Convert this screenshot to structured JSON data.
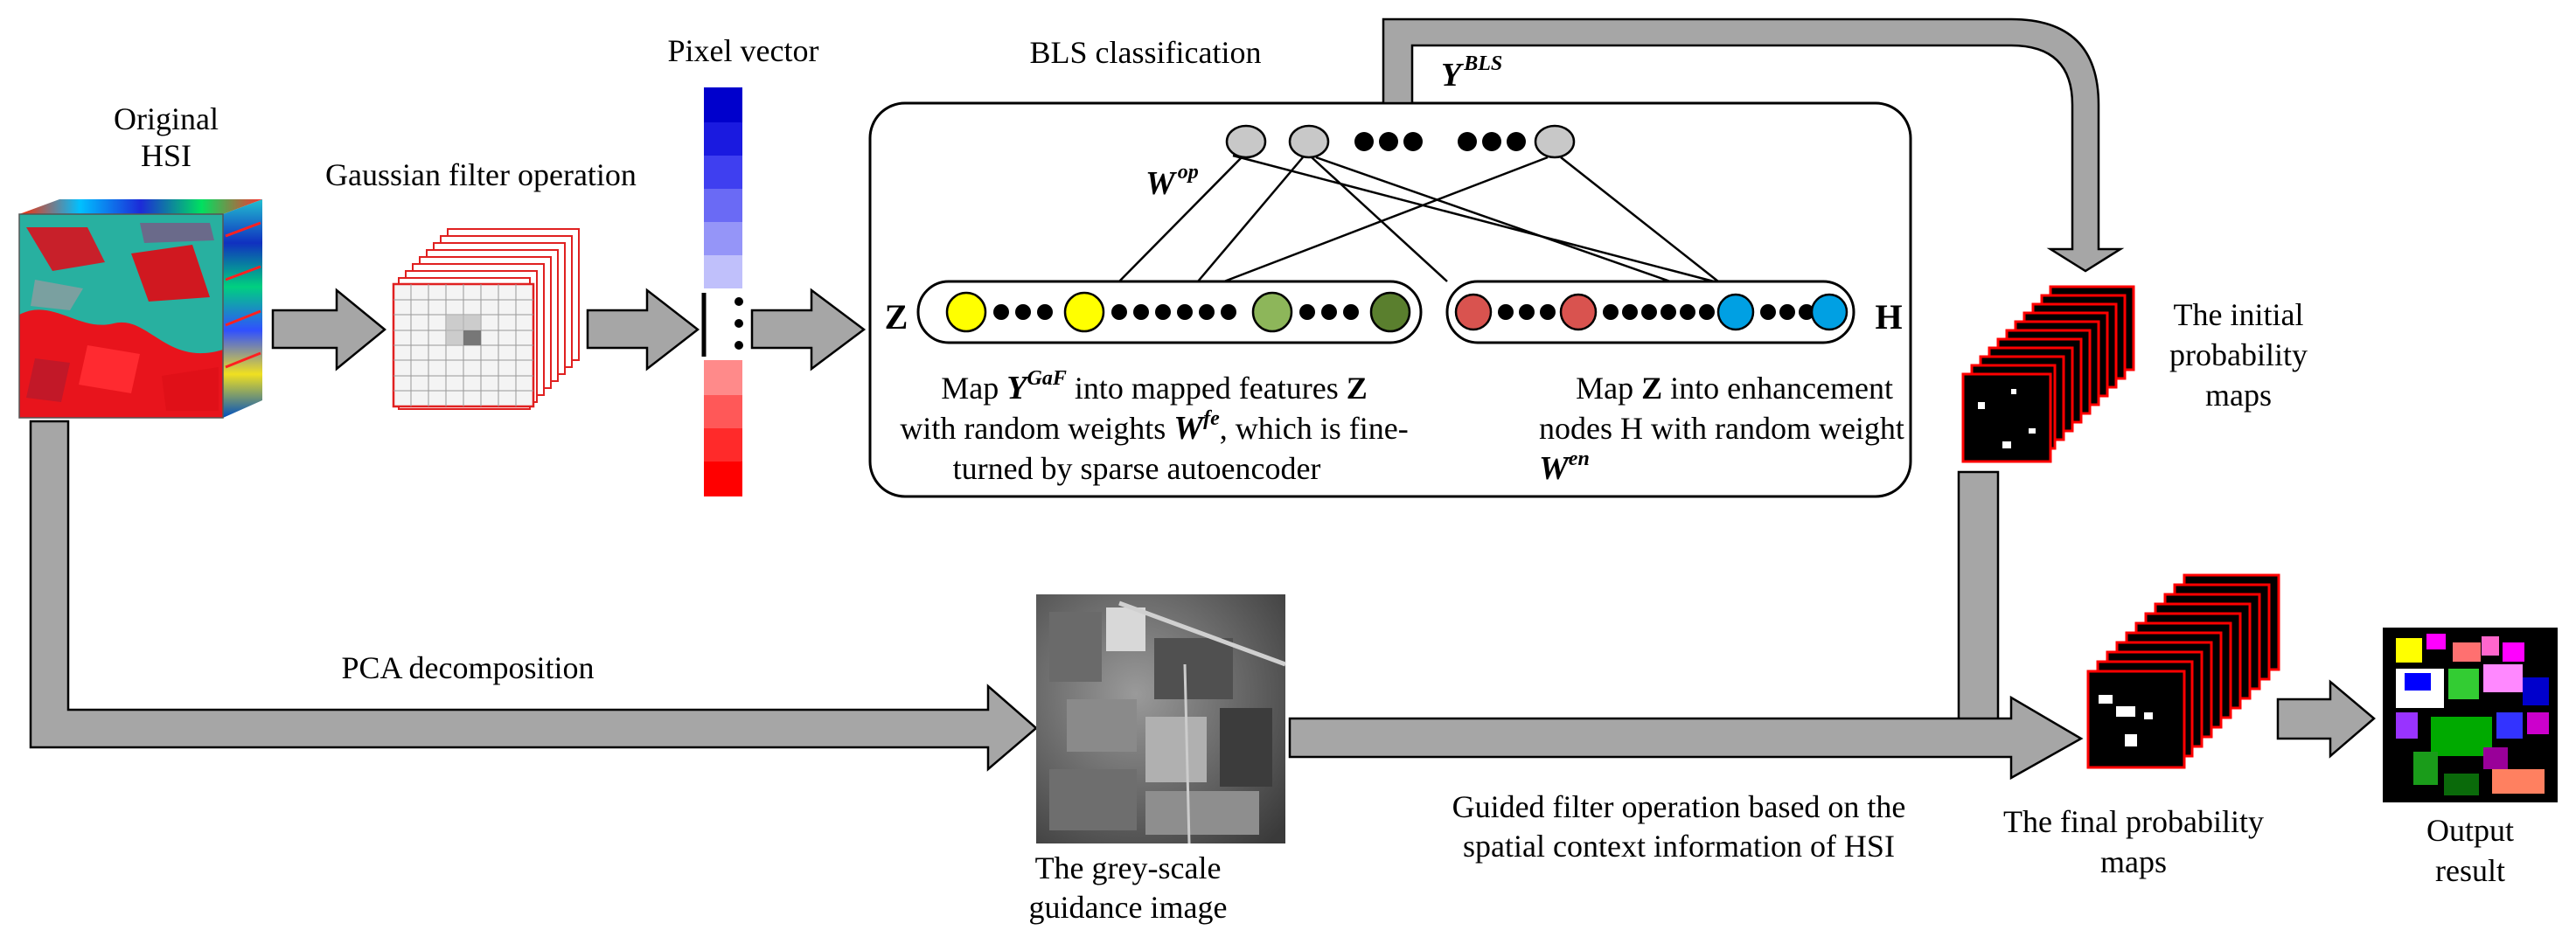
{
  "stages": {
    "original_hsi": [
      "Original",
      "HSI"
    ],
    "gaussian": "Gaussian filter operation",
    "pixel_vector": "Pixel vector",
    "bls": "BLS classification",
    "y_bls": {
      "base": "Y",
      "sup": "BLS"
    },
    "w_op": {
      "base": "W",
      "sup": "op"
    },
    "z_label": "Z",
    "h_label": "H",
    "map_z": {
      "line1_pre": "Map ",
      "line1_sym": "Y",
      "line1_sup": "GaF",
      "line1_post": " into mapped features ",
      "line1_bold": "Z",
      "line2_pre": "with random weights ",
      "line2_sym": "W",
      "line2_sup": "fe",
      "line2_post": ", which is fine-",
      "line3": "turned by sparse autoencoder"
    },
    "map_h": {
      "line1_pre": "Map ",
      "line1_bold": "Z",
      "line1_post": " into enhancement",
      "line2": "nodes H with random weight",
      "line3_sym": "W",
      "line3_sup": "en"
    },
    "initial_prob": [
      "The initial",
      "probability",
      "maps"
    ],
    "pca": "PCA decomposition",
    "grey_guide": [
      "The grey-scale",
      "guidance image"
    ],
    "guided_filter": [
      "Guided filter operation based on the",
      "spatial context information of HSI"
    ],
    "final_prob": [
      "The final probability",
      "maps"
    ],
    "output": [
      "Output",
      "result"
    ]
  },
  "colors": {
    "arrow_fill": "#a6a6a6",
    "node_yellow": "#ffff00",
    "node_green_light": "#8db65a",
    "node_green_dark": "#5a7f2e",
    "node_red": "#d9534f",
    "node_blue": "#00a0e3",
    "node_grey": "#c8c8c8",
    "map_border": "#ff0000"
  }
}
